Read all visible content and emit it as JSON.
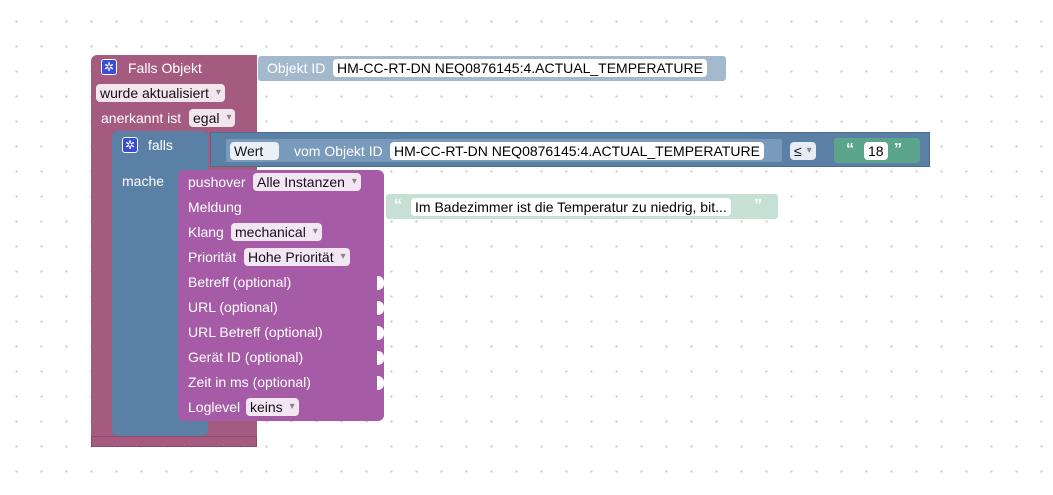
{
  "trigger": {
    "title": "Falls Objekt",
    "event_value": "wurde aktualisiert",
    "ack_label": "anerkannt ist",
    "ack_value": "egal",
    "objekt_label": "Objekt ID",
    "objekt_value": "HM-CC-RT-DN NEQ0876145:4.ACTUAL_TEMPERATURE"
  },
  "if_block": {
    "label": "falls",
    "do_label": "mache",
    "wert_value": "Wert",
    "vom_label": "vom Objekt ID",
    "vom_value": "HM-CC-RT-DN NEQ0876145:4.ACTUAL_TEMPERATURE",
    "operator": "≤",
    "number": "18",
    "quote_open": "“",
    "quote_close": "”"
  },
  "pushover": {
    "title": "pushover",
    "instance_value": "Alle Instanzen",
    "meldung_label": "Meldung",
    "message_value": "Im Badezimmer ist die Temperatur zu niedrig, bit...",
    "klang_label": "Klang",
    "klang_value": "mechanical",
    "prio_label": "Priorität",
    "prio_value": "Hohe Priorität",
    "betreff_label": "Betreff (optional)",
    "url_label": "URL (optional)",
    "url_betreff_label": "URL Betreff (optional)",
    "geraet_label": "Gerät ID (optional)",
    "zeit_label": "Zeit in ms (optional)",
    "loglevel_label": "Loglevel",
    "loglevel_value": "keins"
  },
  "icons": {
    "trigger_icon": "gear-icon",
    "if_icon": "gear-icon"
  },
  "colors": {
    "trigger": "#a55b80",
    "logic": "#5b80a5",
    "number": "#5ba58c",
    "pushover": "#a55ba5",
    "text": "#c6e0d5",
    "objekt": "#a5b9cd",
    "gear": "#3b4dd3"
  }
}
